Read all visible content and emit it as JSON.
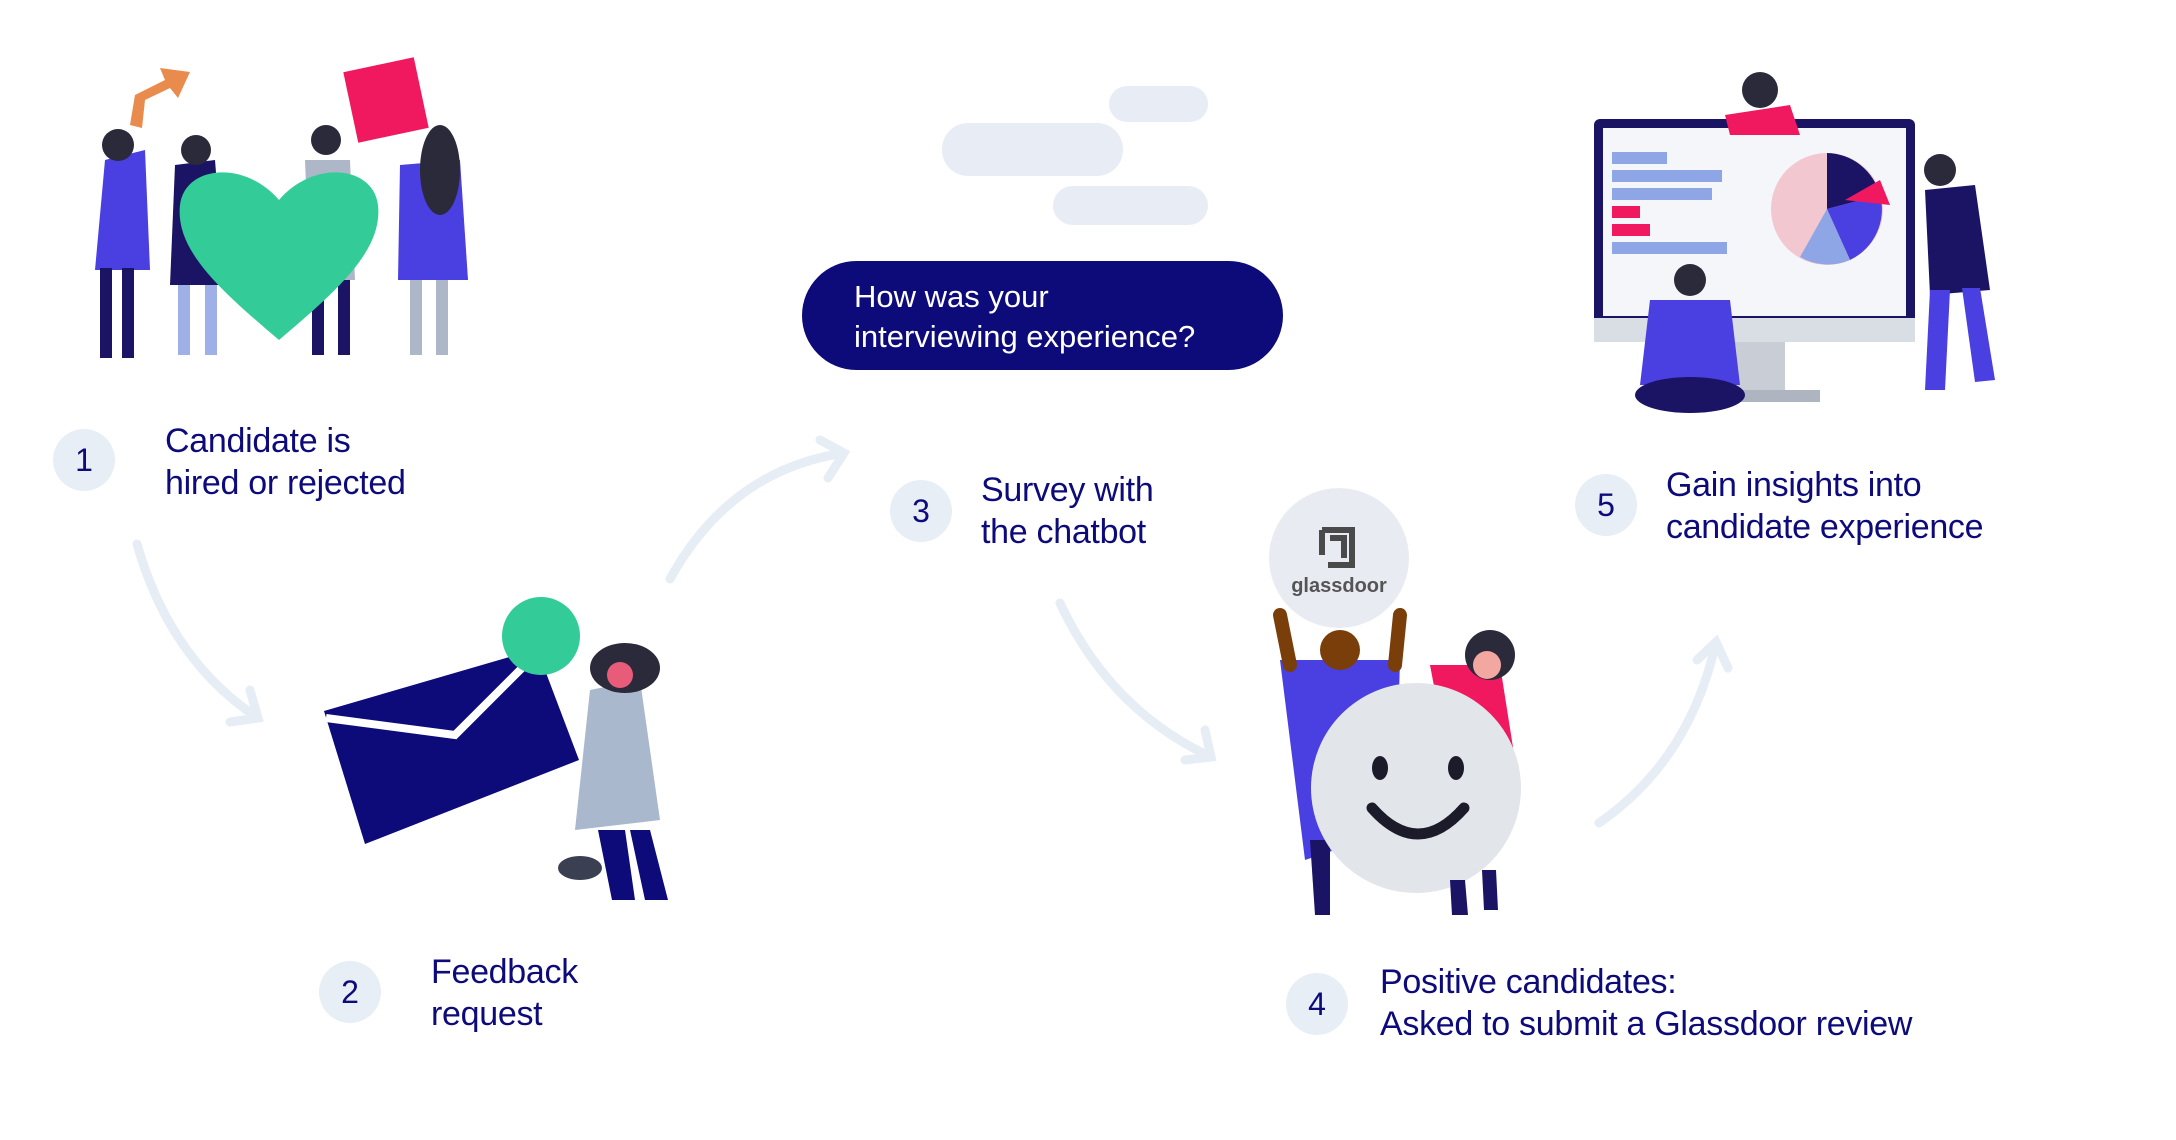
{
  "chatbot": {
    "question_lines": [
      "How was your",
      "interviewing experience?"
    ]
  },
  "steps": [
    {
      "number": "1",
      "lines": [
        "Candidate is",
        "hired or rejected"
      ]
    },
    {
      "number": "2",
      "lines": [
        "Feedback",
        "request"
      ]
    },
    {
      "number": "3",
      "lines": [
        "Survey with",
        "the chatbot"
      ]
    },
    {
      "number": "4",
      "lines": [
        "Positive candidates:",
        "Asked to submit a Glassdoor review"
      ]
    },
    {
      "number": "5",
      "lines": [
        "Gain insights into",
        "candidate experience"
      ]
    }
  ],
  "logo": {
    "text": "glassdoor"
  },
  "colors": {
    "navy": "#0d0a7a",
    "badge": "#e8eef6",
    "arrow": "#e6edf5",
    "green": "#33cc99",
    "blue": "#4a3fe0",
    "pink": "#f0185f"
  }
}
